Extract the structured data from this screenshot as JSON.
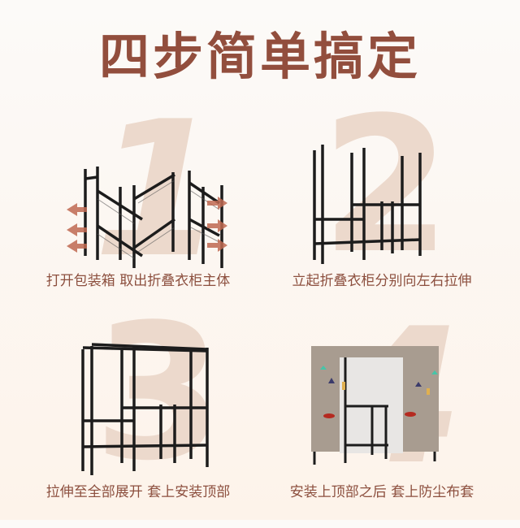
{
  "title": "四步简单搞定",
  "colors": {
    "title": "#924e3d",
    "caption": "#8c4f3e",
    "numeral": "#ecd9cc",
    "arrow": "#c06a52",
    "frame": "#1c1c1c",
    "cover": "#a89c90",
    "background_top": "#fcfaf8",
    "background_bottom": "#fdf3ea"
  },
  "steps": [
    {
      "number": "1",
      "caption": "打开包装箱 取出折叠衣柜主体",
      "image": "folded-wardrobe-frame-with-arrows"
    },
    {
      "number": "2",
      "caption": "立起折叠衣柜分别向左右拉伸",
      "image": "standing-wardrobe-frame"
    },
    {
      "number": "3",
      "caption": "拉伸至全部展开 套上安装顶部",
      "image": "wardrobe-frame-with-top"
    },
    {
      "number": "4",
      "caption": "安装上顶部之后 套上防尘布套",
      "image": "wardrobe-with-dust-cover"
    }
  ]
}
